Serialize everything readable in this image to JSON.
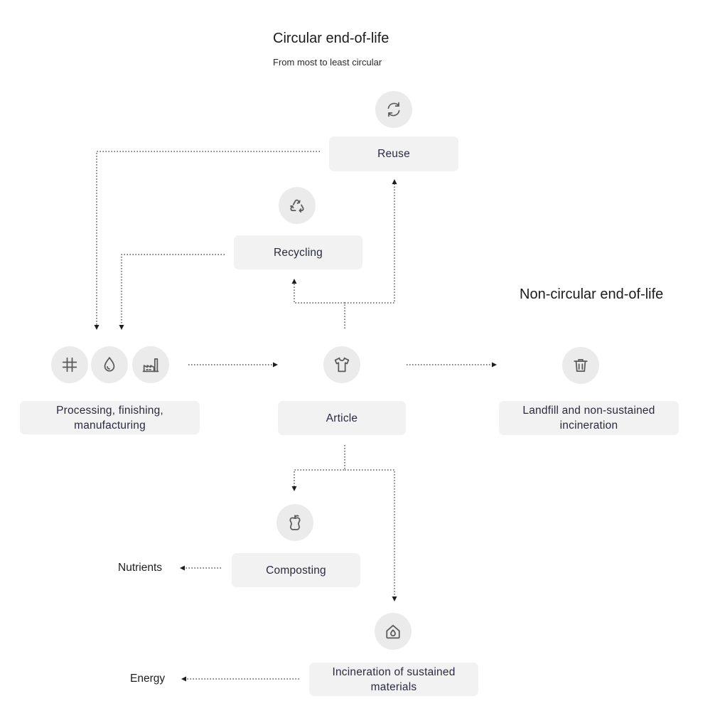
{
  "headings": {
    "circular_title": "Circular end-of-life",
    "circular_subtitle": "From most to least circular",
    "non_circular_title": "Non-circular end-of-life"
  },
  "nodes": {
    "reuse": "Reuse",
    "recycling": "Recycling",
    "processing": "Processing, finishing, manufacturing",
    "article": "Article",
    "landfill": "Landfill and non-sustained incineration",
    "composting": "Composting",
    "incineration": "Incineration of sustained materials"
  },
  "outputs": {
    "nutrients": "Nutrients",
    "energy": "Energy"
  },
  "icons": {
    "reuse": "refresh-icon",
    "recycling": "recycle-icon",
    "processing_1": "hash-icon",
    "processing_2": "water-drop-icon",
    "processing_3": "factory-icon",
    "article": "t-shirt-icon",
    "landfill": "trash-icon",
    "composting": "apple-core-icon",
    "incineration": "flame-house-icon"
  }
}
